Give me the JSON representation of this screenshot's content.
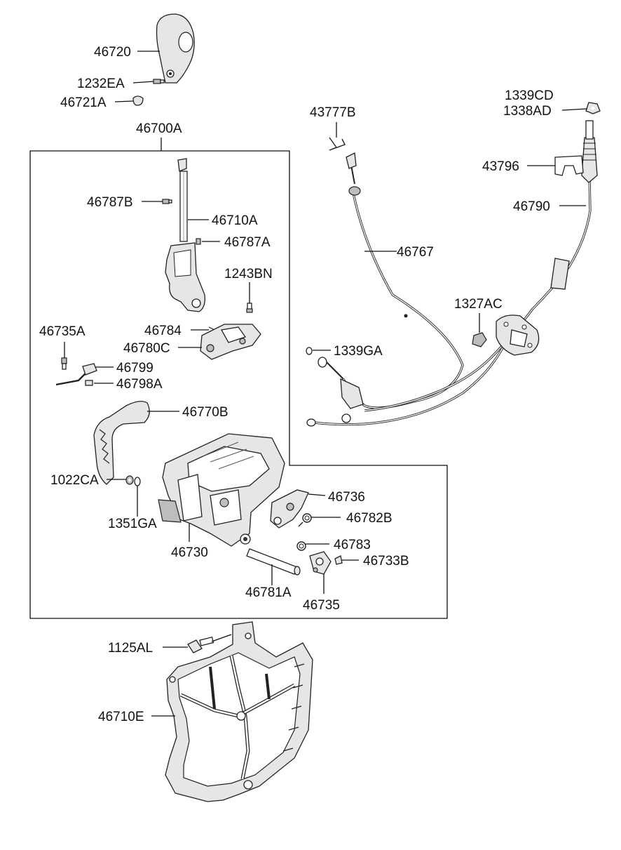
{
  "labels": {
    "p46720": "46720",
    "p1232EA": "1232EA",
    "p46721A": "46721A",
    "p46700A": "46700A",
    "p46787B": "46787B",
    "p46710A": "46710A",
    "p46787A": "46787A",
    "p1243BN": "1243BN",
    "p46735A": "46735A",
    "p46784": "46784",
    "p46780C": "46780C",
    "p46799": "46799",
    "p46798A": "46798A",
    "p46770B": "46770B",
    "p1022CA": "1022CA",
    "p1351GA": "1351GA",
    "p46730": "46730",
    "p46736": "46736",
    "p46782B": "46782B",
    "p46783": "46783",
    "p46733B": "46733B",
    "p46781A": "46781A",
    "p46735": "46735",
    "p43777B": "43777B",
    "p46767": "46767",
    "p1339GA": "1339GA",
    "p1327AC": "1327AC",
    "p1339CD": "1339CD",
    "p1338AD": "1338AD",
    "p43796": "43796",
    "p46790": "46790",
    "p1125AL": "1125AL",
    "p46710E": "46710E"
  }
}
